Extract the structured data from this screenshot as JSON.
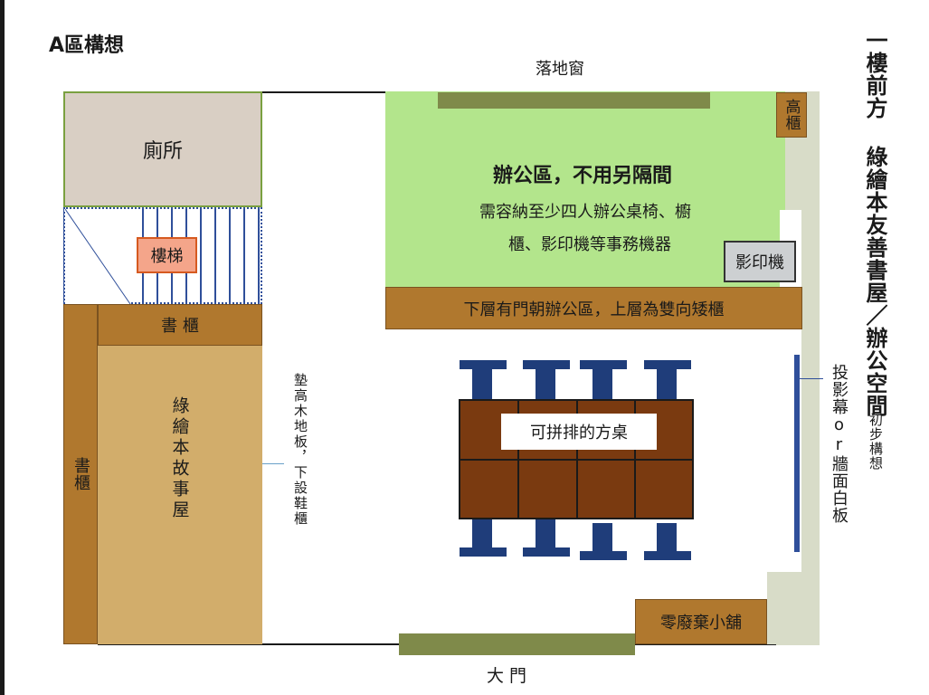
{
  "title": "A區構想",
  "side_title": "一樓前方 綠繪本友善書屋／辦公空間",
  "side_subtitle": "初步構想",
  "labels": {
    "window": "落地窗",
    "toilet": "廁所",
    "stairs": "樓梯",
    "bookcase_top": "書 櫃",
    "bookcase_side": "書櫃",
    "story_room": "綠繪本故事屋",
    "raised_floor": "墊高木地板，下設鞋櫃",
    "office_title": "辦公區，不用另隔間",
    "office_desc_1": "需容納至少四人辦公桌椅、櫥",
    "office_desc_2": "櫃、影印機等事務機器",
    "high_cabinet": "高櫃",
    "copier": "影印機",
    "low_cabinet": "下層有門朝辦公區，上層為雙向矮櫃",
    "tables": "可拼排的方桌",
    "screen": "投影幕or牆面白板",
    "shop": "零廢棄小舖",
    "door": "大 門"
  },
  "colors": {
    "office": "#b3e58c",
    "toilet": "#d9cfc4",
    "story_room": "#d2ad6b",
    "cabinet": "#b0782e",
    "stairs": "#f4a58a",
    "chairs": "#1f3d7a",
    "tables": "#7a3a10",
    "window": "#7f8a4a",
    "screen": "#2f4f9a",
    "outer_wall": "#d8dcc8"
  }
}
